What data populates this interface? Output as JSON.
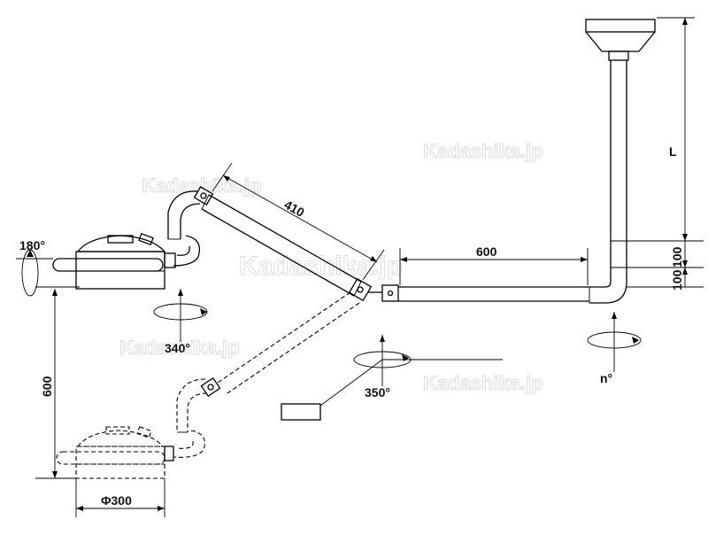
{
  "labels": {
    "rot_180": "180°",
    "rot_340": "340°",
    "rot_350": "350°",
    "rot_n": "n°",
    "dim_410": "410",
    "dim_600_arm": "600",
    "dim_600_vertical": "600",
    "dim_L": "L",
    "dim_100_a": "100",
    "dim_100_b": "100",
    "dim_phi300": "Φ300"
  },
  "watermark": "Kadashika.jp"
}
